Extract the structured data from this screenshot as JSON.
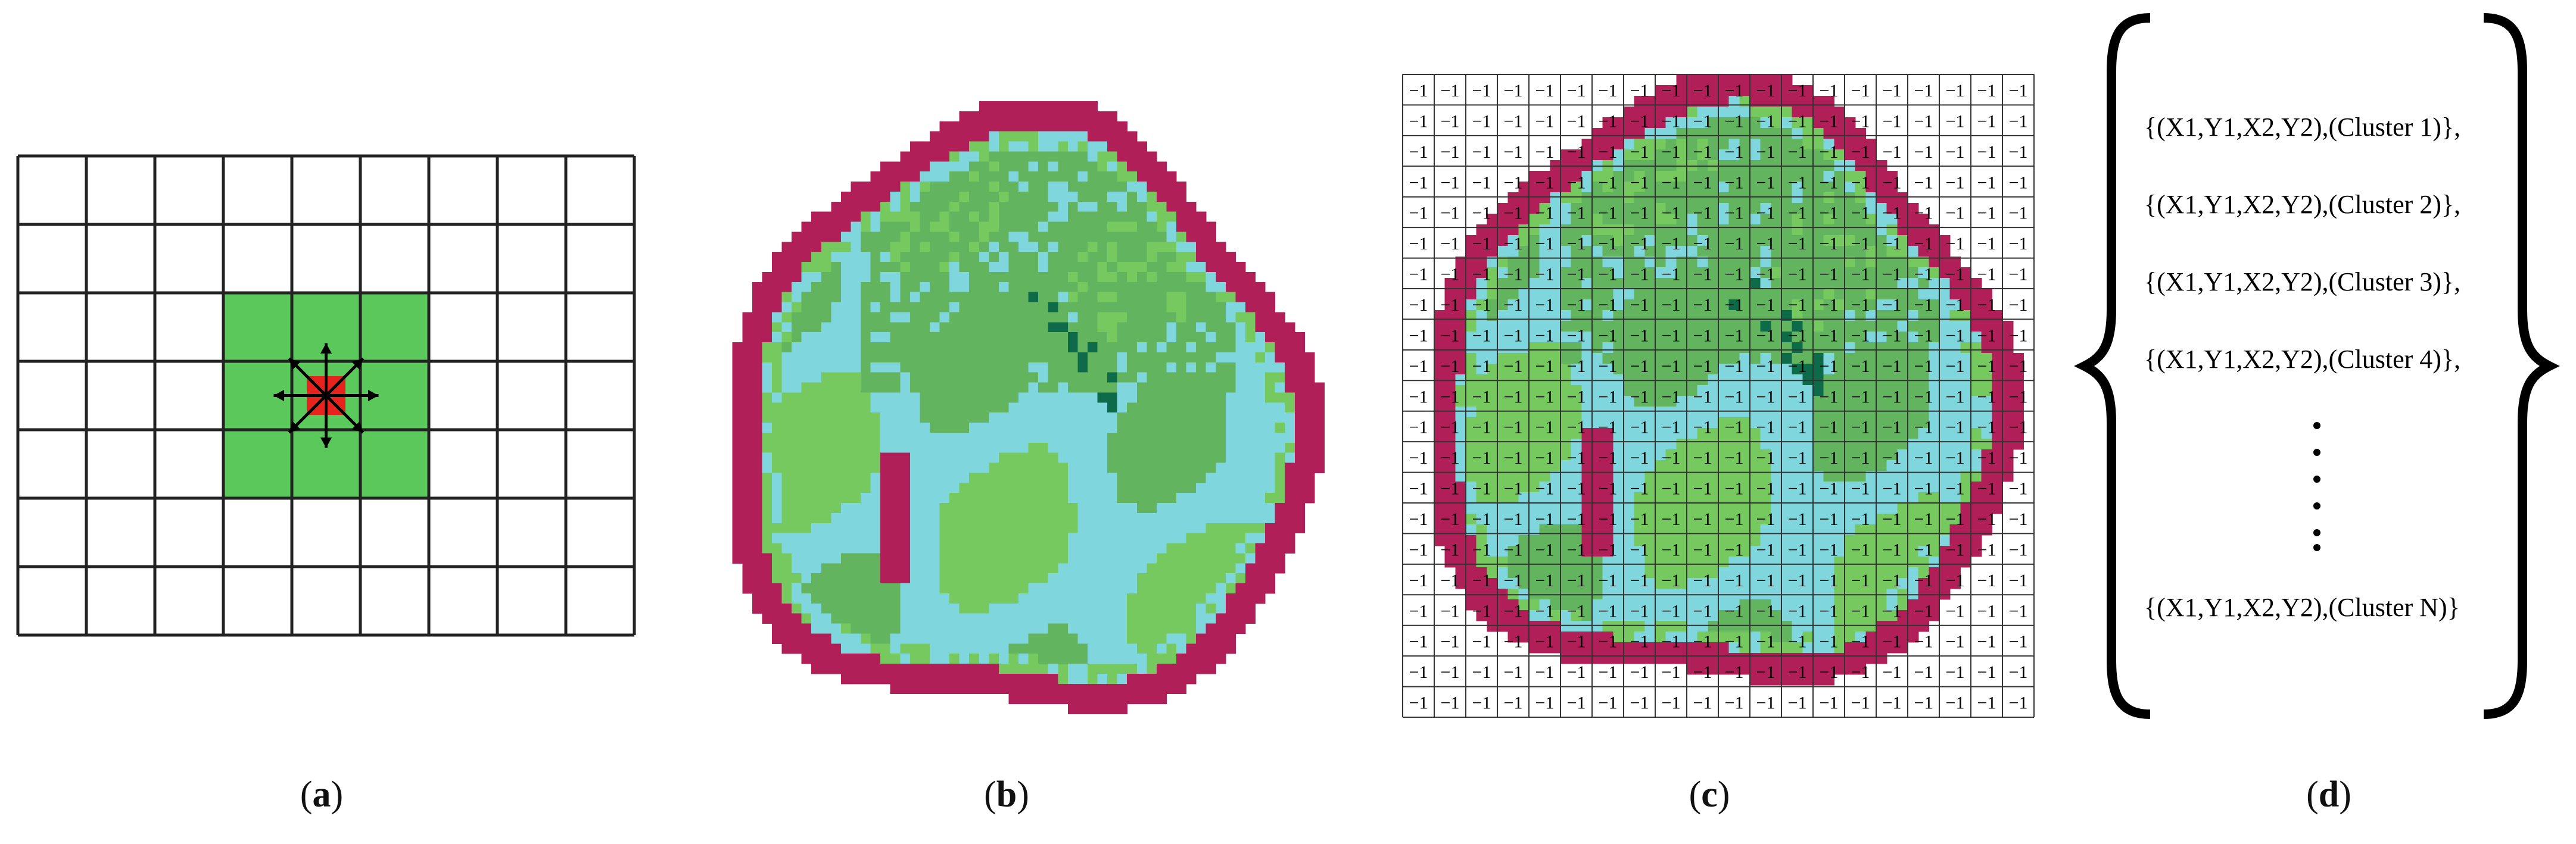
{
  "panels": [
    {
      "id": "a",
      "caption_letter": "a"
    },
    {
      "id": "b",
      "caption_letter": "b"
    },
    {
      "id": "c",
      "caption_letter": "c"
    },
    {
      "id": "d",
      "caption_letter": "d"
    }
  ],
  "grid_a": {
    "cols": 9,
    "rows": 7
  },
  "grid_c": {
    "cols": 20,
    "rows": 21,
    "cell_label": "−1"
  },
  "colors": {
    "dark_green": "#0d6b4a",
    "green": "#62b45e",
    "light_green": "#76c95f",
    "cyan": "#7fd6dc",
    "magenta": "#b11f59",
    "red": "#e8231e",
    "grid_green": "#5bc85b"
  },
  "cluster_list": {
    "entries": [
      "{(X1,Y1,X2,Y2),(Cluster 1)},",
      "{(X1,Y1,X2,Y2),(Cluster 2)},",
      "{(X1,Y1,X2,Y2),(Cluster 3)},",
      "{(X1,Y1,X2,Y2),(Cluster 4)},",
      "{(X1,Y1,X2,Y2),(Cluster N)}"
    ],
    "ellipsis": "⋮"
  }
}
